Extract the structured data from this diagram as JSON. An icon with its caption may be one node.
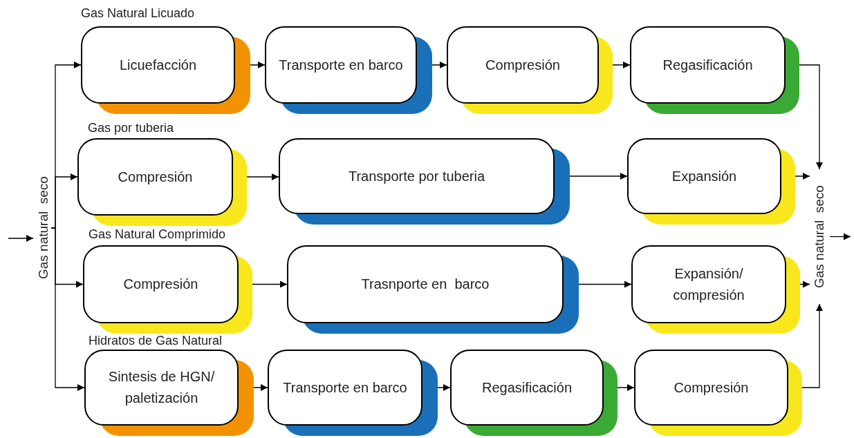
{
  "diagram": {
    "nodes": [
      {
        "text": [
          "Gas natural  seco"
        ]
      },
      {
        "text": [
          "Licuefacción"
        ]
      },
      {
        "text": [
          "Transporte en barco"
        ]
      },
      {
        "text": [
          "Compresión"
        ]
      },
      {
        "text": [
          "Regasificación"
        ]
      },
      {
        "text": [
          "Compresión"
        ]
      },
      {
        "text": [
          "Transporte por tuberia"
        ]
      },
      {
        "text": [
          "Expansión"
        ]
      },
      {
        "text": [
          "Compresión"
        ]
      },
      {
        "text": [
          "Trasnporte en  barco"
        ]
      },
      {
        "text": [
          "Expansión/ compresión"
        ]
      },
      {
        "text": [
          "Sintesis de HGN/ paletización"
        ]
      },
      {
        "text": [
          "Transporte en barco"
        ]
      },
      {
        "text": [
          "Regasificación"
        ]
      },
      {
        "text": [
          "Compresión"
        ]
      },
      {
        "text": [
          "Gas natural  seco"
        ]
      }
    ],
    "edges": [
      {
        "from": null,
        "to": 0,
        "arrow": "to"
      },
      {
        "from": 0,
        "to": 1,
        "arrow": "to"
      },
      {
        "from": 0,
        "to": 5,
        "arrow": "to"
      },
      {
        "from": 0,
        "to": 8,
        "arrow": "to"
      },
      {
        "from": 0,
        "to": 11,
        "arrow": "to"
      },
      {
        "from": 1,
        "to": 2,
        "arrow": "to"
      },
      {
        "from": 2,
        "to": 3,
        "arrow": "to"
      },
      {
        "from": 3,
        "to": 4,
        "arrow": "to"
      },
      {
        "from": 5,
        "to": 6,
        "arrow": "to"
      },
      {
        "from": 6,
        "to": 7,
        "arrow": "to"
      },
      {
        "from": 8,
        "to": 9,
        "arrow": "to"
      },
      {
        "from": 9,
        "to": 10,
        "arrow": "to"
      },
      {
        "from": 11,
        "to": 12,
        "arrow": "to"
      },
      {
        "from": 12,
        "to": 13,
        "arrow": "to"
      },
      {
        "from": 13,
        "to": 14,
        "arrow": "to"
      },
      {
        "from": 4,
        "to": 15,
        "arrow": "to"
      },
      {
        "from": 7,
        "to": 15,
        "arrow": "to"
      },
      {
        "from": 10,
        "to": 15,
        "arrow": "to"
      },
      {
        "from": 14,
        "to": 15,
        "arrow": "to"
      },
      {
        "from": 15,
        "to": null,
        "arrow": "to"
      }
    ],
    "labels": [
      "Gas Natural Licuado",
      "Gas por tuberia",
      "Gas Natural Comprimido",
      "Hidratos de Gas Natural"
    ]
  }
}
